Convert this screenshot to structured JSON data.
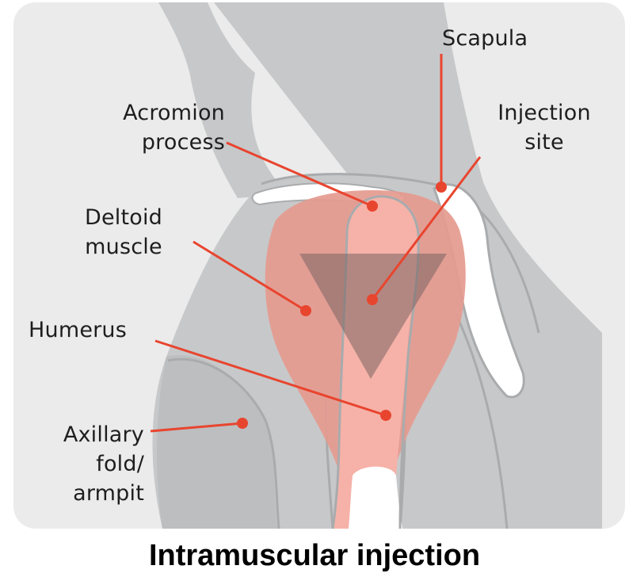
{
  "diagram": {
    "labels": {
      "scapula": "Scapula",
      "acromion_line1": "Acromion",
      "acromion_line2": "process",
      "injection_line1": "Injection",
      "injection_line2": "site",
      "deltoid_line1": "Deltoid",
      "deltoid_line2": "muscle",
      "humerus": "Humerus",
      "axillary_line1": "Axillary",
      "axillary_line2": "fold/",
      "axillary_line3": "armpit"
    },
    "caption": "Intramuscular injection",
    "colors": {
      "panel": "#ebebeb",
      "body": "#c7c8c9",
      "body_outline": "#a9abad",
      "deltoid": "#e59a8f",
      "bone_highlight": "#f6b2a8",
      "bone": "#ffffff",
      "injection_zone": "#7a6462",
      "leader": "#e8452f"
    }
  }
}
